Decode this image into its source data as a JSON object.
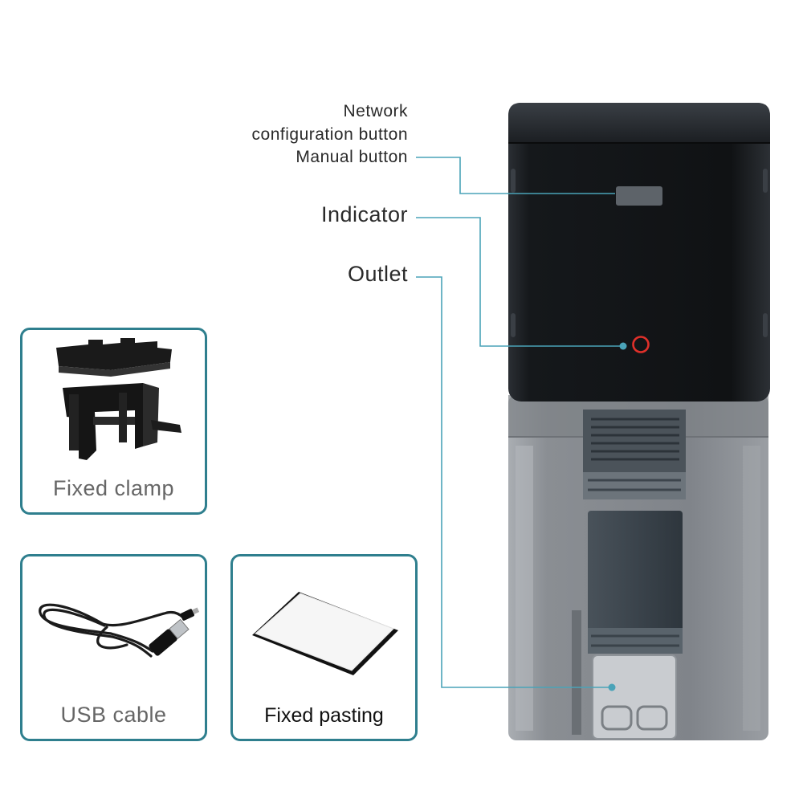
{
  "callouts": {
    "network_button": [
      "Network",
      "configuration button",
      "Manual button"
    ],
    "indicator": "Indicator",
    "outlet": "Outlet"
  },
  "accessories": [
    {
      "id": "clamp",
      "caption": "Fixed clamp"
    },
    {
      "id": "usb",
      "caption": "USB cable"
    },
    {
      "id": "pasting",
      "caption": "Fixed pasting"
    }
  ],
  "colors": {
    "accent_line": "#4aa3b8",
    "card_border": "#2f7f8e",
    "indicator_ring": "#e0302a",
    "device_top": "#1c1f23",
    "device_bottom": "#8e9297"
  },
  "icons": [
    "fixed-clamp-image",
    "usb-cable-image",
    "adhesive-pad-image",
    "feeder-device-image"
  ]
}
